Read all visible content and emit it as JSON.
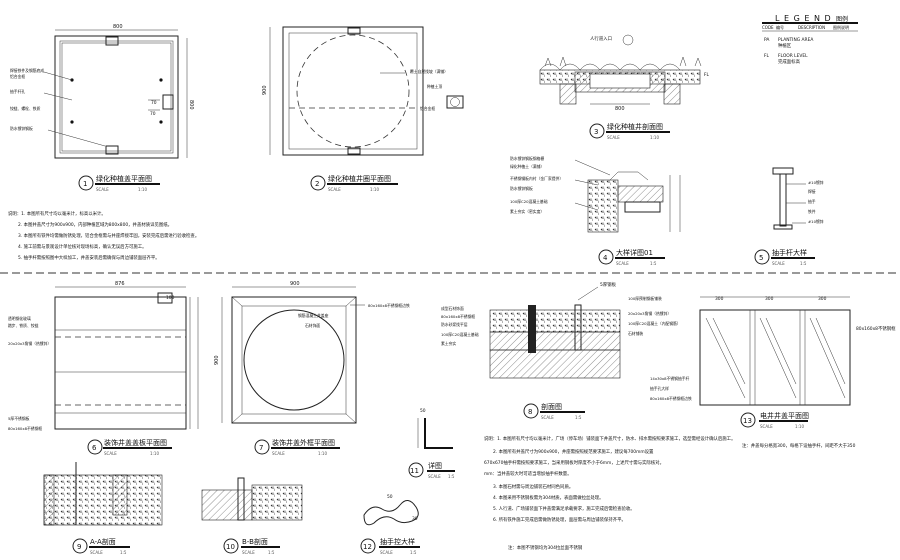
{
  "legend": {
    "title": "L E G E N D",
    "title_cn": "图例",
    "code": "CODE",
    "code_cn": "编号",
    "description": "DESCRIPTION",
    "description_cn": "图例说明",
    "items": [
      {
        "code": "PA",
        "en": "PLANTING AREA",
        "cn": "种植区"
      },
      {
        "code": "FL",
        "en": "FLOOR LEVEL",
        "cn": "完成面标高"
      }
    ]
  },
  "details": [
    {
      "num": "1",
      "title": "绿化种植盖平面图",
      "scale": "1:10"
    },
    {
      "num": "2",
      "title": "绿化种植井圈平面图",
      "scale": "1:10"
    },
    {
      "num": "3",
      "title": "绿化种植井剖面图",
      "scale": "1:10"
    },
    {
      "num": "4",
      "title": "大样详图01",
      "scale": "1:5"
    },
    {
      "num": "5",
      "title": "抽手杆大样",
      "scale": "1:5"
    },
    {
      "num": "6",
      "title": "装饰井盖盖板平面图",
      "scale": "1:10"
    },
    {
      "num": "7",
      "title": "装饰井盖外框平面图",
      "scale": "1:10"
    },
    {
      "num": "8",
      "title": "剖面图",
      "scale": "1:5"
    },
    {
      "num": "9",
      "title": "A-A剖面",
      "scale": "1:5"
    },
    {
      "num": "10",
      "title": "B-B剖面",
      "scale": "1:5"
    },
    {
      "num": "11",
      "title": "详图",
      "scale": "1:5"
    },
    {
      "num": "12",
      "title": "抽手控大样",
      "scale": "1:5"
    },
    {
      "num": "13",
      "title": "电井井盖平面图",
      "scale": "1:10"
    }
  ],
  "scale_word": "SCALE",
  "dims": {
    "d1_w": "800",
    "d1_h": "800",
    "d1_a": "70",
    "d1_b": "70",
    "d2_h": "900",
    "d3_w": "800",
    "d5_a": "#10",
    "d6_w": "876",
    "d6_b": "100",
    "d7_w": "900",
    "d7_h": "900",
    "d11_a": "50",
    "d12_a": "50",
    "d12_b": "30",
    "d13_a": "300",
    "d13_b": "300",
    "d13_c": "300"
  },
  "labels": {
    "d1_left": [
      "焊接铁件及钢筋底成",
      "铝合金框",
      "抽手杆孔",
      "铰链、螺栓、铁质",
      "防水镀锌钢板"
    ],
    "d2_right": [
      "覆土自然找坡（满铺）",
      "种植土顶",
      "铝合金框"
    ],
    "d3_top": "人行道入口",
    "d3_right": "FL",
    "d4_left": [
      "防水镀锌钢板钢格栅",
      "绿化种植土（满铺）",
      "不锈钢钢板内衬（金厂家提供）",
      "防水镀锌钢板",
      "100厚C20混凝土基础",
      "素土夯实（密实度）"
    ],
    "d5_right": [
      "#10镀锌",
      "焊接",
      "抽手",
      "铁件",
      "#10镀锌"
    ],
    "d6_left": [
      "透明钢化玻璃",
      "踏步、铁质、铰链",
      "20x20x3角钢（热镀锌）",
      "5厚不锈钢板",
      "80x160x8不锈钢框"
    ],
    "d7_right": [
      "80x160x8不锈钢框边铁",
      "钢筋混凝土井盖座",
      "石材饰面"
    ],
    "d8_top": "5厚钢板",
    "d8_right": [
      "100厚预制钢板铺装",
      "20x20x3角钢（热镀锌）",
      "100厚C20混凝土（内配钢筋）",
      "石材铺装"
    ],
    "d8_left": [
      "成型石材饰面",
      "80x160x8不锈钢框",
      "防水砂浆找平层",
      "100厚C20混凝土基础",
      "素土夯实"
    ],
    "d13_right": "80x160x8不锈钢框",
    "d13_left": [
      "14x30x8不锈钢抽手杆",
      "抽手孔大样",
      "80x160x8不锈钢框边铁"
    ]
  },
  "notes_top": [
    "说明：1. 本图所有尺寸均以毫米计，标高以米计。",
    "2. 本图井盖尺寸为900x900，内部种植区域为800x800，井盖材质详见图纸。",
    "3. 本图所有铁件均需做防锈处理，铝合金框需与井座焊接牢固，安装完成后需进行验收检查。",
    "4. 施工前需与景观设计单位核对现场标高，确认无误后方可施工。",
    "5. 抽手杆需按照图中大样加工，井盖安装后需确保与周边铺装面层齐平。"
  ],
  "notes_bottom": [
    "说明：1. 本图所有尺寸均以毫米计，广场（停车场）铺装面下井盖尺寸，防水、排水需按照要求施工，选型需经设计确认后施工。",
    "2. 本图所有井盖尺寸为900x900，井座需按照规范要求施工，建议每700mm设置",
    "670x670抽手杆需按照要求施工，当采用钢板时厚度不小于6mm，上述尺寸需与实际核对。",
    "mm：当井盖较大时可适当增加抽手杆数量。",
    "3. 本图石材需与周边铺装石材同色同质。",
    "4. 本图采用不锈钢板需为304材质，表面需做拉丝处理。",
    "5. 人行道、广场铺装面下井盖需满足承载要求，施工完成后需检查验收。",
    "6. 所有铁件施工完成后需做防锈处理，面层需与周边铺装保持齐平。"
  ],
  "note_13": "注：井盖每分格宽300，每格下设抽手杆，间距不大于350",
  "note_12": "注：本图不锈钢均为304拉丝面不锈钢"
}
